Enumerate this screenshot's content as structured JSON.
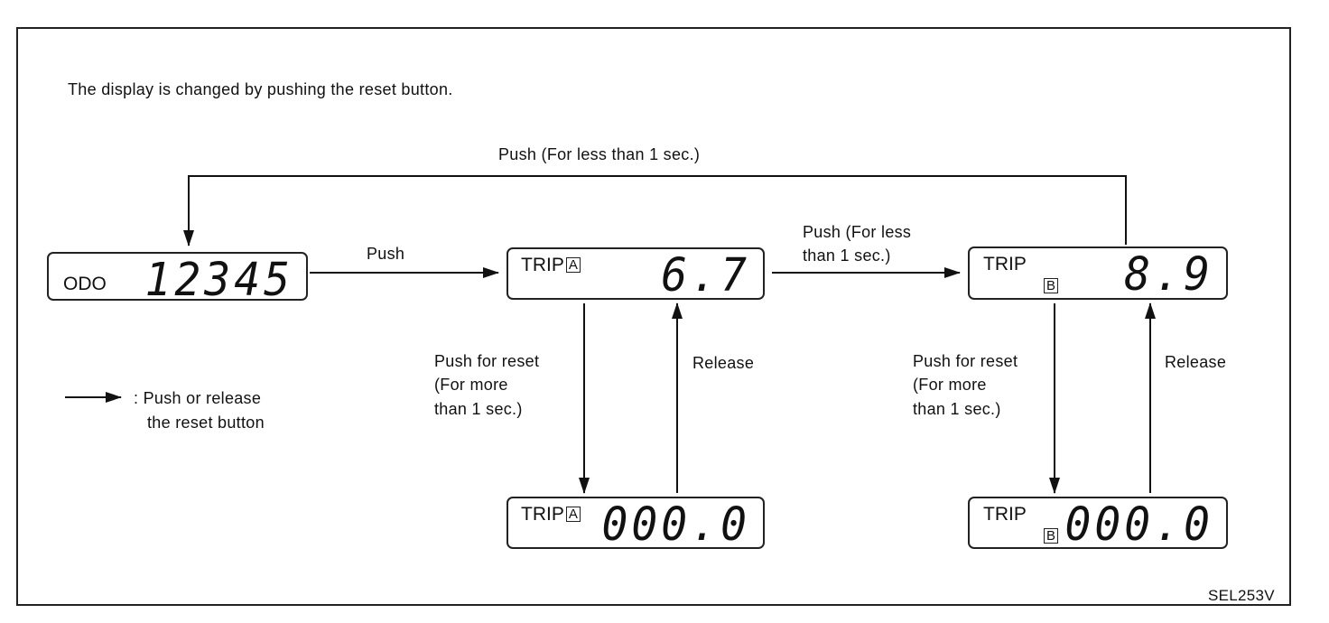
{
  "intro": "The display is changed by pushing the reset button.",
  "top_loop_label": "Push (For less than 1 sec.)",
  "odo": {
    "label": "ODO",
    "value": "12345"
  },
  "push_label": "Push",
  "trip_a": {
    "label": "TRIP",
    "mark": "A",
    "value": "6.7"
  },
  "trip_a_to_b": {
    "line1": "Push (For less",
    "line2": "than 1 sec.)"
  },
  "trip_b": {
    "label": "TRIP",
    "mark": "B",
    "value": "8.9"
  },
  "reset_a": {
    "line1": "Push for reset",
    "line2": "(For more",
    "line3": "than 1 sec.)"
  },
  "release_a": "Release",
  "reset_b": {
    "line1": "Push for reset",
    "line2": "(For more",
    "line3": "than 1 sec.)"
  },
  "release_b": "Release",
  "trip_a_reset": {
    "label": "TRIP",
    "mark": "A",
    "value": "000.0"
  },
  "trip_b_reset": {
    "label": "TRIP",
    "mark": "B",
    "value": "000.0"
  },
  "legend": {
    "line1": ": Push or release",
    "line2": "the reset button"
  },
  "figure_code": "SEL253V",
  "colors": {
    "ink": "#111111",
    "background": "#ffffff"
  }
}
